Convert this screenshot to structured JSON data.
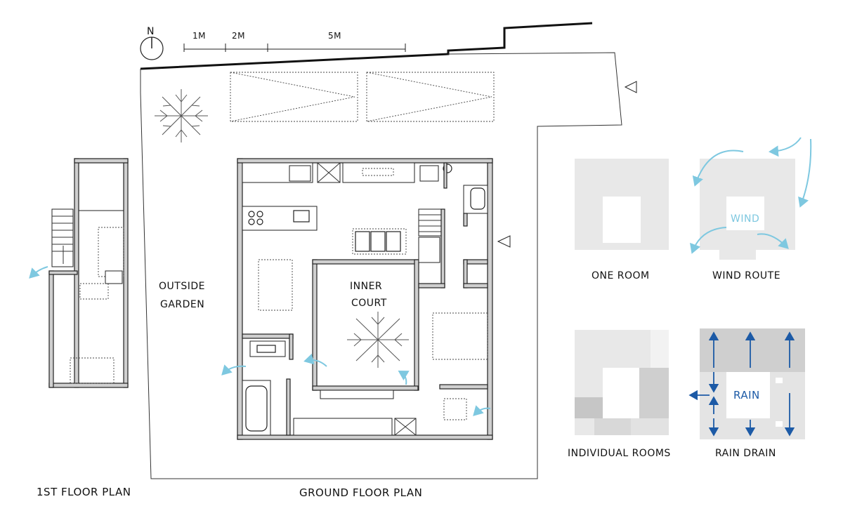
{
  "compass": {
    "label": "N"
  },
  "scale_bar": {
    "labels": [
      "1M",
      "2M",
      "5M"
    ]
  },
  "plans": {
    "ground_floor_title": "GROUND FLOOR PLAN",
    "first_floor_title": "1ST FLOOR PLAN",
    "outside_garden": [
      "OUTSIDE",
      "GARDEN"
    ],
    "inner_court": [
      "INNER",
      "COURT"
    ]
  },
  "diagrams": {
    "one_room": {
      "caption": "ONE ROOM"
    },
    "wind_route": {
      "caption": "WIND ROUTE",
      "label": "WIND"
    },
    "individual_rooms": {
      "caption": "INDIVIDUAL ROOMS"
    },
    "rain_drain": {
      "caption": "RAIN DRAIN",
      "label": "RAIN"
    }
  },
  "colors": {
    "wind_arrow": "#7ec8e0",
    "rain_arrow": "#1c5aa6",
    "rain_label": "#1c5aa6",
    "wall_fill": "#cfcfcf",
    "diagram_light": "#e8e8e8",
    "diagram_mid": "#d8d8d8",
    "diagram_dark": "#c6c6c6"
  },
  "icons": [
    "north-arrow-icon",
    "entrance-triangle-icon",
    "tree-icon",
    "wind-arrow-icon",
    "rain-arrow-icon"
  ]
}
